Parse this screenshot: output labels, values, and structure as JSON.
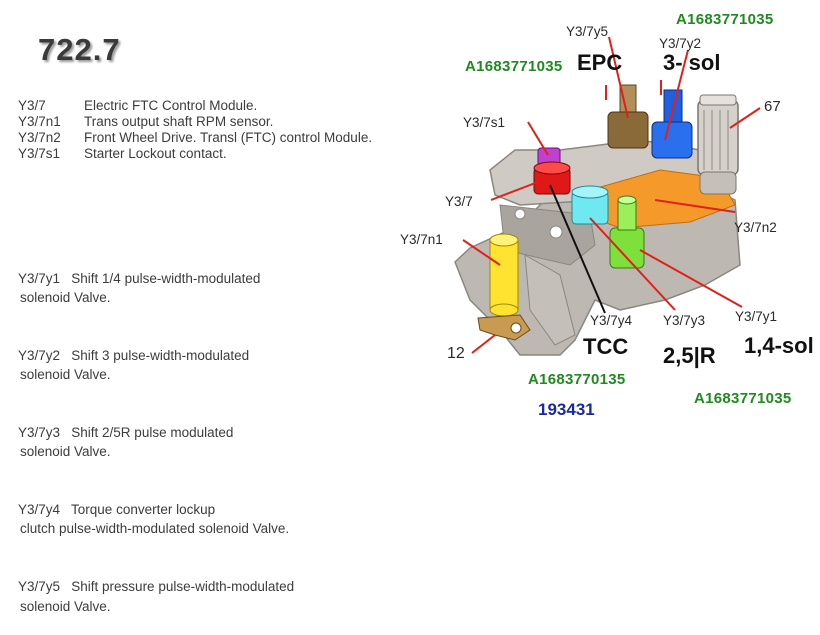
{
  "title": "722.7",
  "legend": [
    {
      "code": "Y3/7",
      "desc": "Electric FTC Control Module."
    },
    {
      "code": "Y3/7n1",
      "desc": "Trans output shaft RPM sensor."
    },
    {
      "code": "Y3/7n2",
      "desc": "Front Wheel Drive. Transl (FTC) control Module."
    },
    {
      "code": "Y3/7s1",
      "desc": "Starter Lockout contact."
    }
  ],
  "valves": [
    {
      "line1": "Y3/7y1   Shift 1/4 pulse-width-modulated",
      "line2": "solenoid Valve."
    },
    {
      "line1": "Y3/7y2   Shift 3 pulse-width-modulated",
      "line2": "solenoid Valve."
    },
    {
      "line1": "Y3/7y3   Shift 2/5R pulse modulated",
      "line2": "solenoid Valve."
    },
    {
      "line1": "Y3/7y4   Torque converter lockup",
      "line2": "clutch pulse-width-modulated solenoid Valve."
    },
    {
      "line1": "Y3/7y5   Shift pressure pulse-width-modulated",
      "line2": "solenoid Valve."
    }
  ],
  "diagram": {
    "labels": {
      "y3_7y5": "Y3/7y5",
      "y3_7y2": "Y3/7y2",
      "y3_7s1": "Y3/7s1",
      "n67": "67",
      "y3_7": "Y3/7",
      "y3_7n1": "Y3/7n1",
      "y3_7n2": "Y3/7n2",
      "n12": "12",
      "y3_7y4": "Y3/7y4",
      "y3_7y3": "Y3/7y3",
      "y3_7y1": "Y3/7y1"
    },
    "part_numbers": {
      "top_right": "A1683771035",
      "epc": "A1683771035",
      "tcc": "A1683770135",
      "bottom_right": "A1683771035"
    },
    "functions": {
      "epc": "EPC",
      "sol3": "3- sol",
      "tcc": "TCC",
      "r25": "2,5|R",
      "sol14": "1,4-sol"
    },
    "extra_number": "193431"
  },
  "colors": {
    "pointer": "#e0201b",
    "part_number": "#1f8a1f",
    "extra_number": "#1a2a9a",
    "housing": "#b9b5ae",
    "orange": "#f59a2a",
    "yellow": "#ffe330",
    "red": "#e01818",
    "cyan": "#6fe8f2",
    "green": "#7ee03a",
    "blue": "#1f5fe0",
    "brown": "#8a6a38",
    "magenta": "#c040d0"
  }
}
